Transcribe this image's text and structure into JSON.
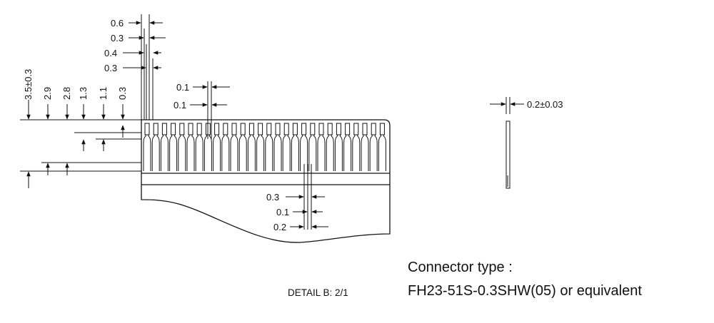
{
  "top_dims": {
    "d1": "0.6",
    "d2": "0.3",
    "d3": "0.4",
    "d4": "0.3"
  },
  "pitch_dims": {
    "p1": "0.1",
    "p2": "0.1"
  },
  "vertical_dims": [
    "3.5±0.3",
    "2.9",
    "2.8",
    "1.3",
    "1.1",
    "0.3"
  ],
  "bottom_dims": {
    "b1": "0.3",
    "b2": "0.1",
    "b3": "0.2"
  },
  "side_view": {
    "thickness": "0.2±0.03"
  },
  "detail_label": "DETAIL B: 2/1",
  "connector": {
    "heading": "Connector type :",
    "part": "FH23-51S-0.3SHW(05) or equivalent"
  }
}
